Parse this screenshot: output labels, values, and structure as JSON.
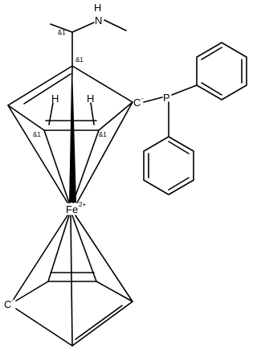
{
  "molecule": {
    "atoms": {
      "nitrogen": "N",
      "nitrogen_h": "H",
      "phosphorus": "P",
      "hydrogen_left": "H",
      "hydrogen_right": "H",
      "iron": "Fe",
      "iron_charge": "2+",
      "carbanion_upper": "C",
      "carbanion_upper_charge": "-",
      "carbanion_lower": "C",
      "carbanion_lower_charge": "-"
    },
    "stereo_labels": {
      "chiral_center": "&1",
      "ring_carbon": "&1",
      "ring_hydrogen_left": "&1",
      "ring_hydrogen_right": "&1"
    }
  }
}
